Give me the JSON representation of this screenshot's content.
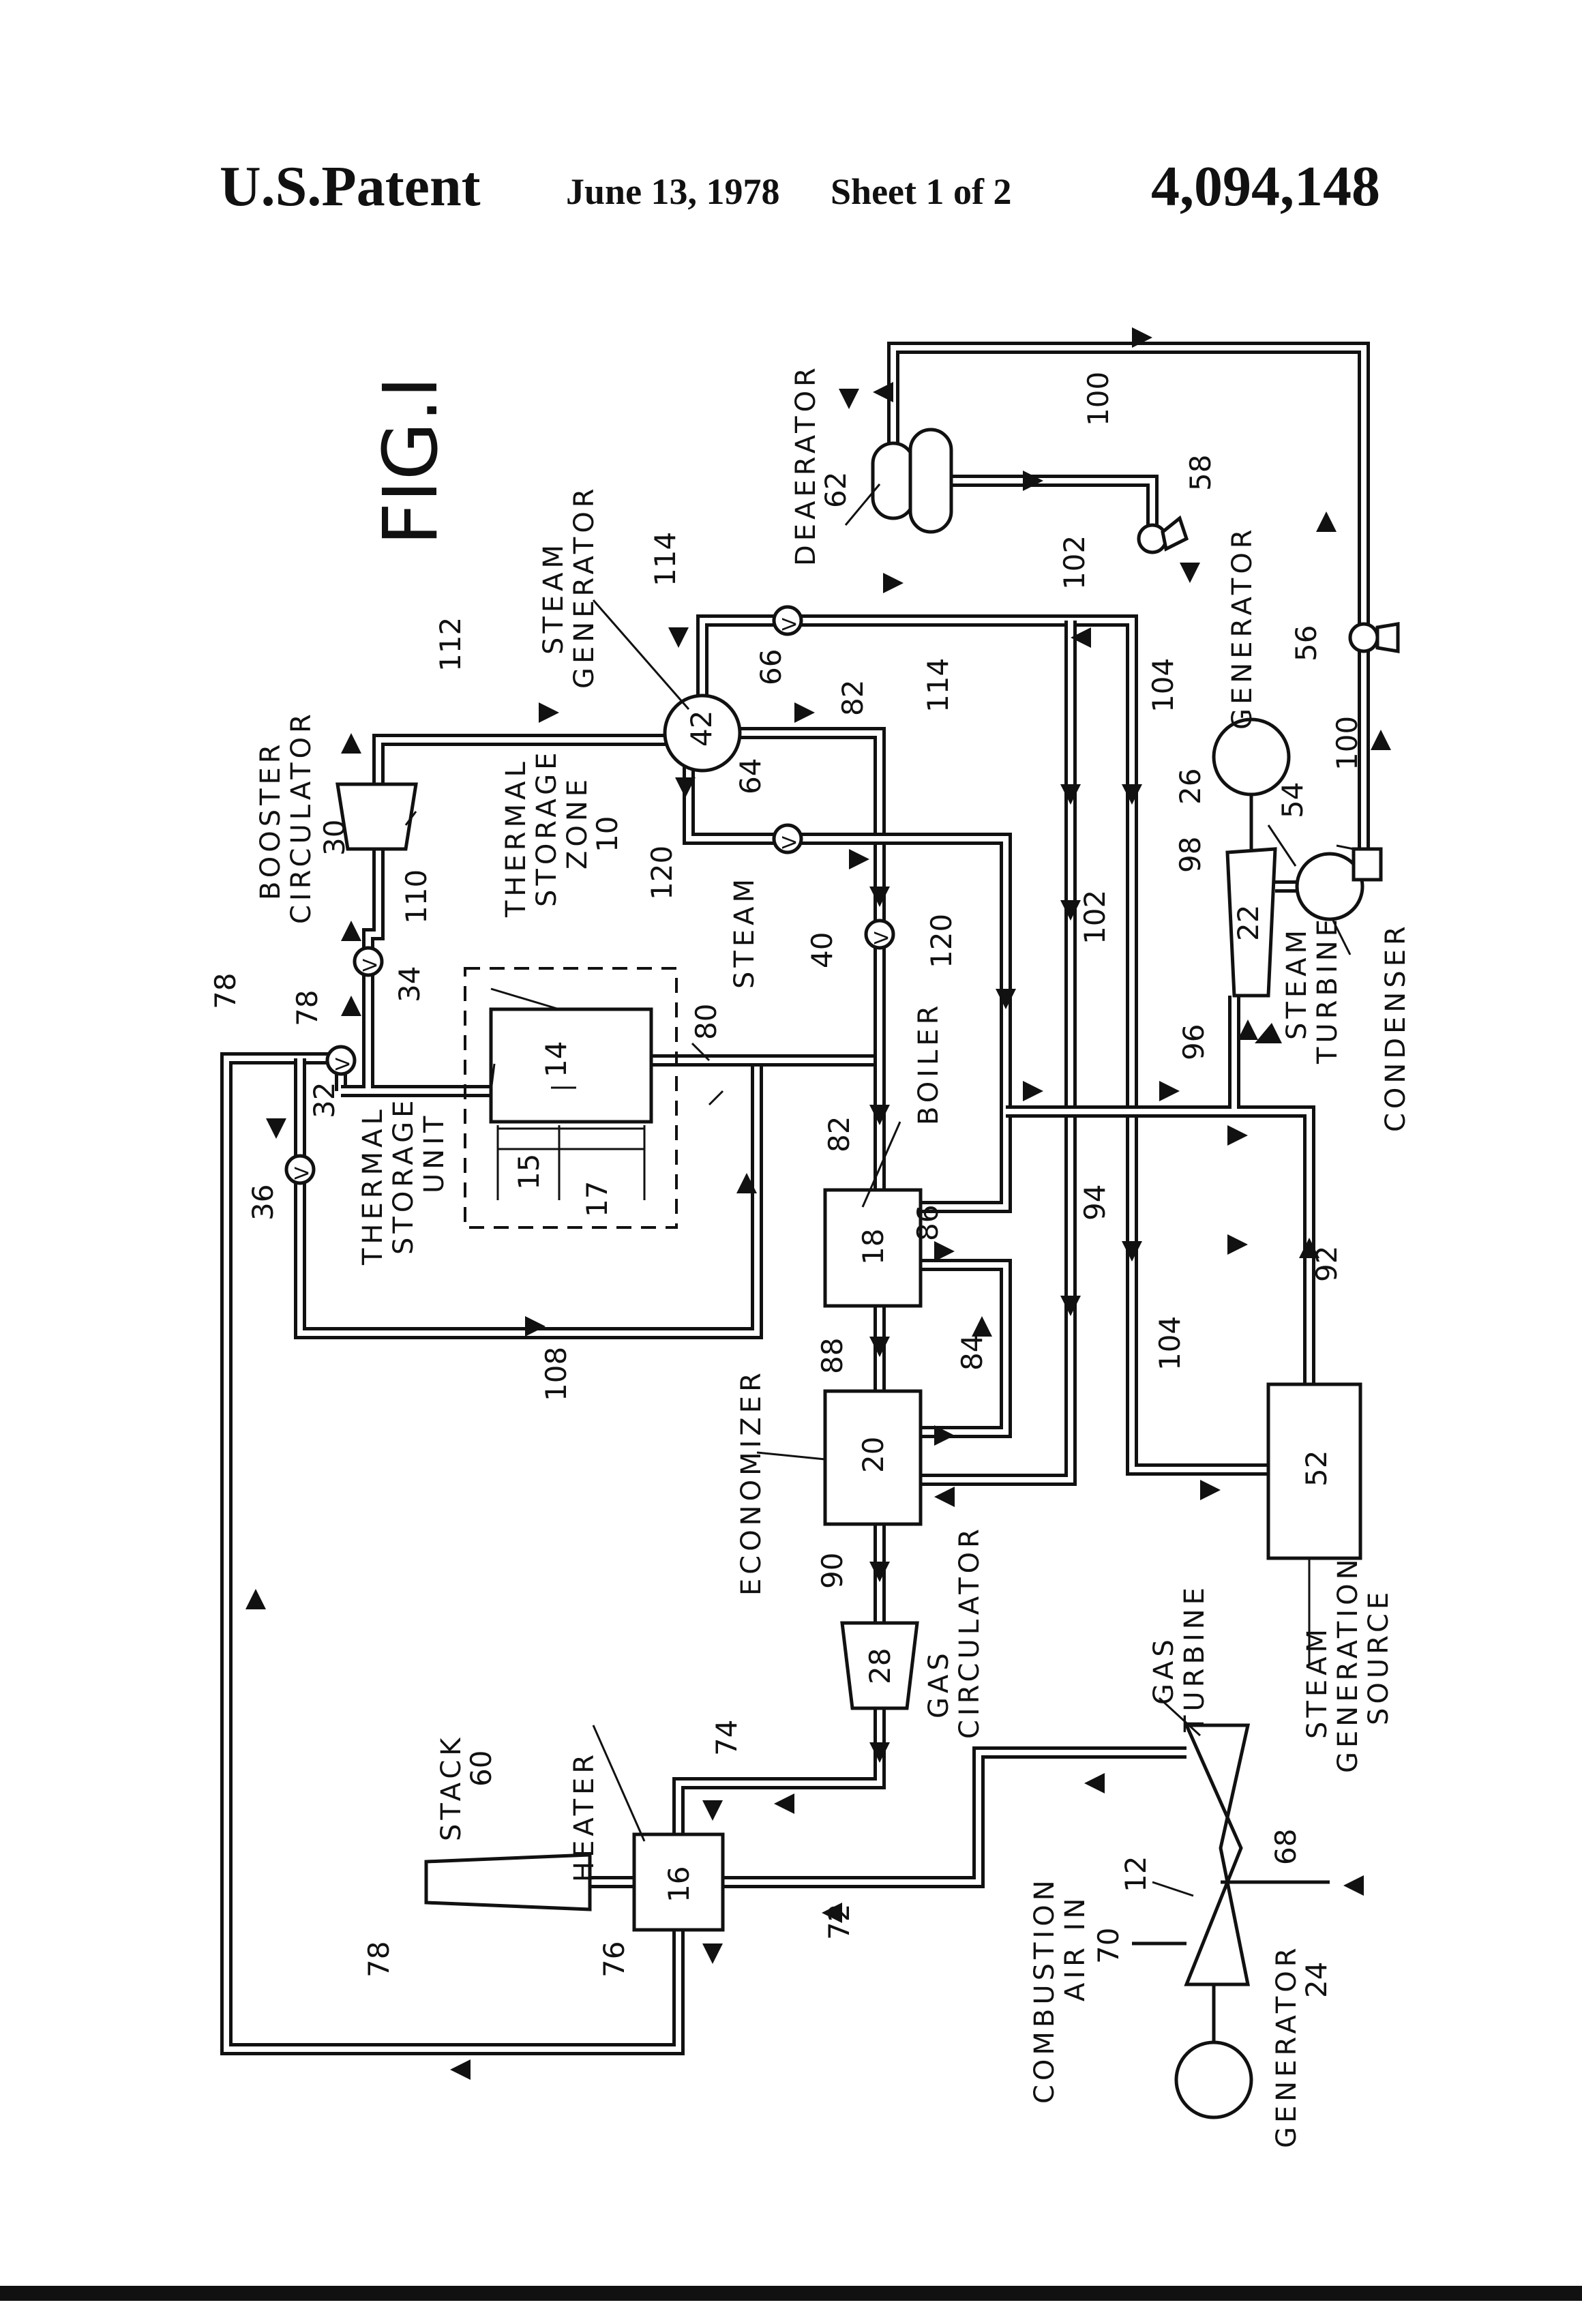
{
  "header": {
    "left": "U.S.Patent",
    "date": "June 13, 1978",
    "sheet": "Sheet 1 of 2",
    "patent_number": "4,094,148"
  },
  "figure": {
    "title": "FIG.I"
  },
  "components": {
    "booster_circulator": {
      "label_1": "BOOSTER",
      "label_2": "CIRCULATOR",
      "ref": "30"
    },
    "thermal_storage_zone": {
      "label_1": "THERMAL",
      "label_2": "STORAGE",
      "label_3": "ZONE",
      "ref": "10"
    },
    "thermal_storage_unit": {
      "label_1": "THERMAL",
      "label_2": "STORAGE",
      "label_3": "UNIT",
      "ref": "14"
    },
    "steam_generator": {
      "label_1": "STEAM",
      "label_2": "GENERATOR",
      "ref": "42"
    },
    "deaerator": {
      "label": "DEAERATOR",
      "ref": "62"
    },
    "boiler": {
      "label": "BOILER",
      "ref": "18"
    },
    "economizer": {
      "label": "ECONOMIZER",
      "ref": "20"
    },
    "gas_circulator": {
      "label_1": "GAS",
      "label_2": "CIRCULATOR",
      "ref": "28"
    },
    "heater": {
      "label": "HEATER",
      "ref": "16"
    },
    "stack": {
      "label": "STACK",
      "ref": "60"
    },
    "gas_turbine": {
      "label_1": "GAS",
      "label_2": "TURBINE",
      "ref": "12"
    },
    "combustion_air": {
      "label_1": "COMBUSTION",
      "label_2": "AIR IN",
      "ref": "70"
    },
    "generator_24": {
      "label": "GENERATOR",
      "ref": "24"
    },
    "generator_26": {
      "label": "GENERATOR",
      "ref": "26"
    },
    "steam_turbine": {
      "label_1": "STEAM",
      "label_2": "TURBINE",
      "ref": "22"
    },
    "condenser": {
      "label": "CONDENSER",
      "ref": "54"
    },
    "steam_generation_source": {
      "label_1": "STEAM",
      "label_2": "GENERATION",
      "label_3": "SOURCE",
      "ref": "52"
    },
    "steam_line": {
      "label": "STEAM"
    }
  },
  "refs": {
    "r15": "15",
    "r17": "17",
    "r32": "32",
    "r34": "34",
    "r36": "36",
    "r40": "40",
    "r56": "56",
    "r58": "58",
    "r64": "64",
    "r66": "66",
    "r68": "68",
    "r72": "72",
    "r74": "74",
    "r76": "76",
    "r78a": "78",
    "r78b": "78",
    "r78c": "78",
    "r80": "80",
    "r82a": "82",
    "r82b": "82",
    "r84": "84",
    "r86": "86",
    "r88": "88",
    "r90": "90",
    "r92": "92",
    "r94": "94",
    "r96": "96",
    "r98": "98",
    "r100a": "100",
    "r100b": "100",
    "r102a": "102",
    "r102b": "102",
    "r104a": "104",
    "r104b": "104",
    "r108": "108",
    "r110": "110",
    "r112": "112",
    "r114a": "114",
    "r114b": "114",
    "r120a": "120",
    "r120b": "120"
  },
  "valve_symbol": "V"
}
